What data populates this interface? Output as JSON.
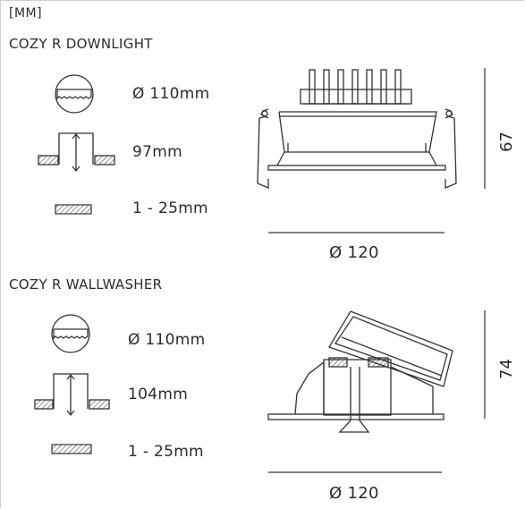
{
  "units": "[MM]",
  "downlight": {
    "title": "COZY R DOWNLIGHT",
    "cutout": "Ø 110mm",
    "depth": "97mm",
    "ceiling": "1 - 25mm",
    "width": "Ø 120",
    "height": "67"
  },
  "wallwasher": {
    "title": "COZY R WALLWASHER",
    "cutout": "Ø 110mm",
    "depth": "104mm",
    "ceiling": "1 - 25mm",
    "width": "Ø 120",
    "height": "74"
  }
}
